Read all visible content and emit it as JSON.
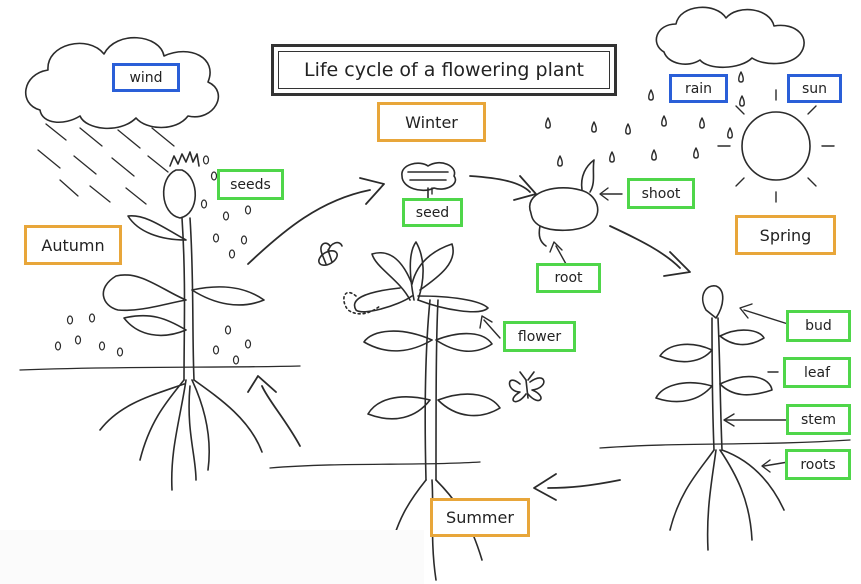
{
  "title": "Life cycle of a flowering plant",
  "seasons": {
    "winter": "Winter",
    "spring": "Spring",
    "summer": "Summer",
    "autumn": "Autumn"
  },
  "weather": {
    "wind": "wind",
    "rain": "rain",
    "sun": "sun"
  },
  "labels": {
    "seeds": "seeds",
    "seed": "seed",
    "shoot": "shoot",
    "root": "root",
    "flower": "flower",
    "bud": "bud",
    "leaf": "leaf",
    "stem": "stem",
    "roots": "roots"
  },
  "colors": {
    "part_label_border": "#4fd64a",
    "weather_label_border": "#2a5fd8",
    "season_label_border": "#e8a63a"
  }
}
